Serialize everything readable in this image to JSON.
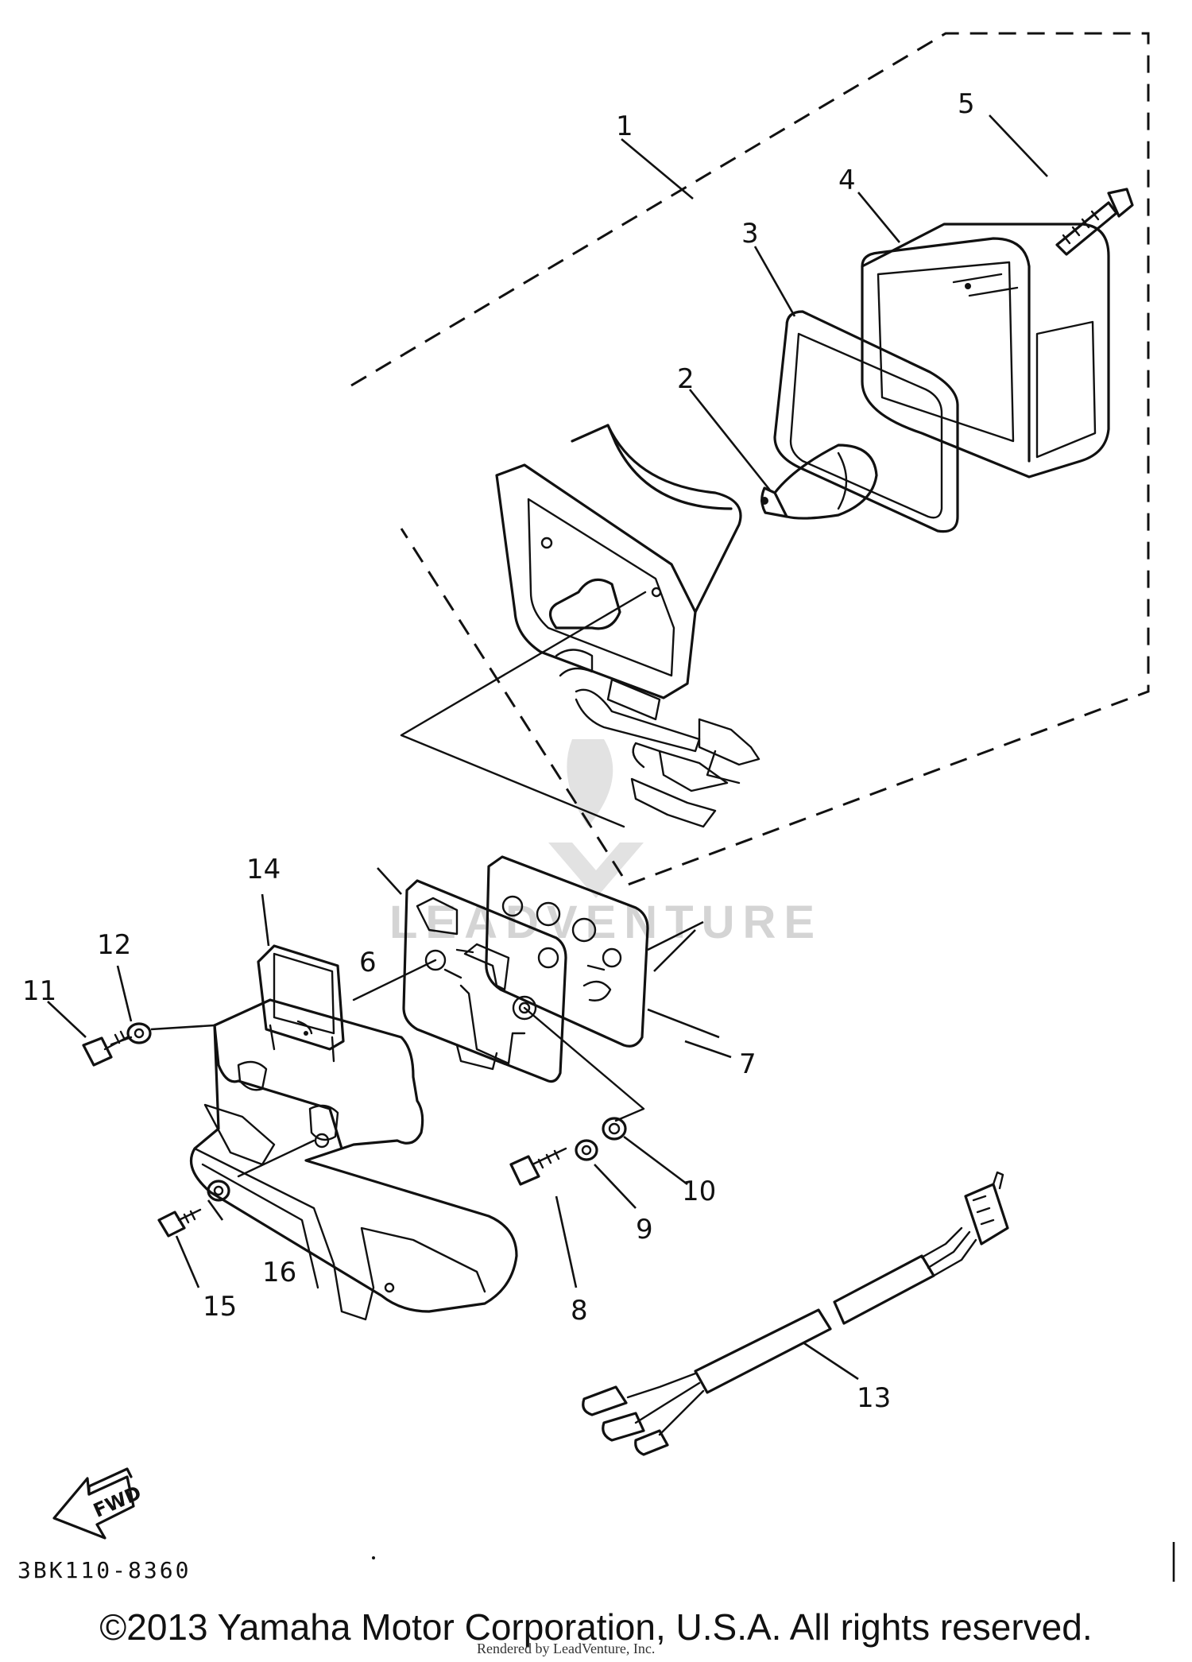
{
  "diagram": {
    "callouts": [
      "1",
      "2",
      "3",
      "4",
      "5",
      "6",
      "7",
      "8",
      "9",
      "10",
      "11",
      "12",
      "13",
      "14",
      "15",
      "16"
    ],
    "direction_label": "FWD",
    "part_code": "3BK110-8360",
    "watermark": "LEADVENTURE"
  },
  "footer": {
    "copyright": "©2013 Yamaha Motor Corporation, U.S.A. All rights reserved.",
    "rendered_by": "Rendered by LeadVenture, Inc."
  }
}
